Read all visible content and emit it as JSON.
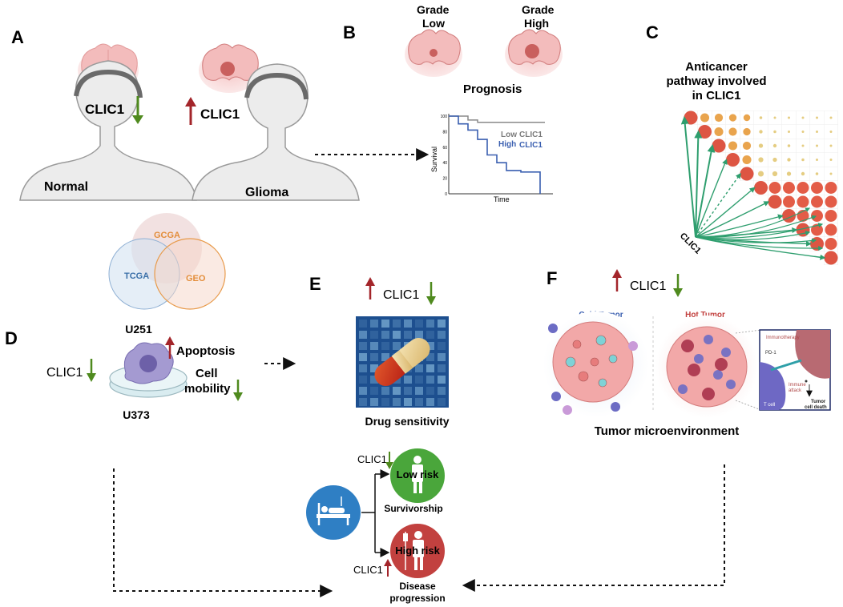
{
  "colors": {
    "up_arrow": "#a3252a",
    "down_arrow": "#4f8a1e",
    "green_edges": "#2e9e6e",
    "survival_high": "#3a5fb0",
    "survival_low": "#8a8a8a",
    "risk_low": "#4aa63b",
    "risk_high": "#c2413f",
    "patient": "#2f7fc4"
  },
  "panel_labels": {
    "a": "A",
    "b": "B",
    "c": "C",
    "d": "D",
    "e": "E",
    "f": "F"
  },
  "panel_a": {
    "normal_label": "Normal",
    "glioma_label": "Glioma",
    "clic1_normal": "CLIC1",
    "clic1_glioma": "CLIC1",
    "venn": {
      "gcga": "GCGA",
      "tcga": "TCGA",
      "geo": "GEO"
    }
  },
  "panel_b": {
    "grade_low_line1": "Grade",
    "grade_low_line2": "Low",
    "grade_high_line1": "Grade",
    "grade_high_line2": "High",
    "prognosis": "Prognosis",
    "legend_low": "Low",
    "legend_low_gene": "CLIC1",
    "legend_high": "High",
    "legend_high_gene": "CLIC1",
    "ylabel": "Survival",
    "xlabel": "Time",
    "yticks": [
      "100",
      "80",
      "60",
      "40",
      "20",
      "0"
    ]
  },
  "panel_c": {
    "title_line1": "Anticancer",
    "title_line2": "pathway  involved",
    "title_line3": "in CLIC1",
    "source": "CLIC1"
  },
  "panel_d": {
    "u251": "U251",
    "u373": "U373",
    "clic1": "CLIC1",
    "apoptosis": "Apoptosis",
    "cell": "Cell",
    "mobility": "mobility"
  },
  "panel_e": {
    "clic1": "CLIC1",
    "drug_sensitivity": "Drug sensitivity",
    "low_risk": "Low risk",
    "high_risk": "High risk",
    "clic1_low": "CLIC1",
    "clic1_high": "CLIC1",
    "survivorship": "Survivorship",
    "disease_line1": "Disease",
    "disease_line2": "progression"
  },
  "panel_f": {
    "clic1": "CLIC1",
    "cold_tumor": "Cold Tumor",
    "hot_tumor": "Hot Tumor",
    "tme": "Tumor microenvironment",
    "inset_immunotherapy": "Immunotherapy",
    "inset_pd1": "PD-1",
    "inset_immune": "Immune",
    "inset_attack": "attack",
    "inset_tumor": "Tumor",
    "inset_celldeath": "cell death",
    "inset_tcell": "T cell"
  },
  "chart_data": {
    "type": "line",
    "ylabel": "Survival",
    "xlabel": "Time",
    "ylim": [
      0,
      100
    ],
    "series": [
      {
        "name": "Low CLIC1",
        "x": [
          0,
          20,
          20,
          30,
          30,
          100
        ],
        "y": [
          100,
          100,
          95,
          95,
          92,
          92
        ]
      },
      {
        "name": "High CLIC1",
        "x": [
          0,
          10,
          10,
          20,
          20,
          30,
          30,
          40,
          40,
          50,
          50,
          60,
          60,
          75,
          75,
          95,
          95
        ],
        "y": [
          100,
          100,
          90,
          90,
          82,
          82,
          70,
          70,
          50,
          50,
          40,
          40,
          30,
          30,
          28,
          28,
          0
        ]
      }
    ]
  }
}
